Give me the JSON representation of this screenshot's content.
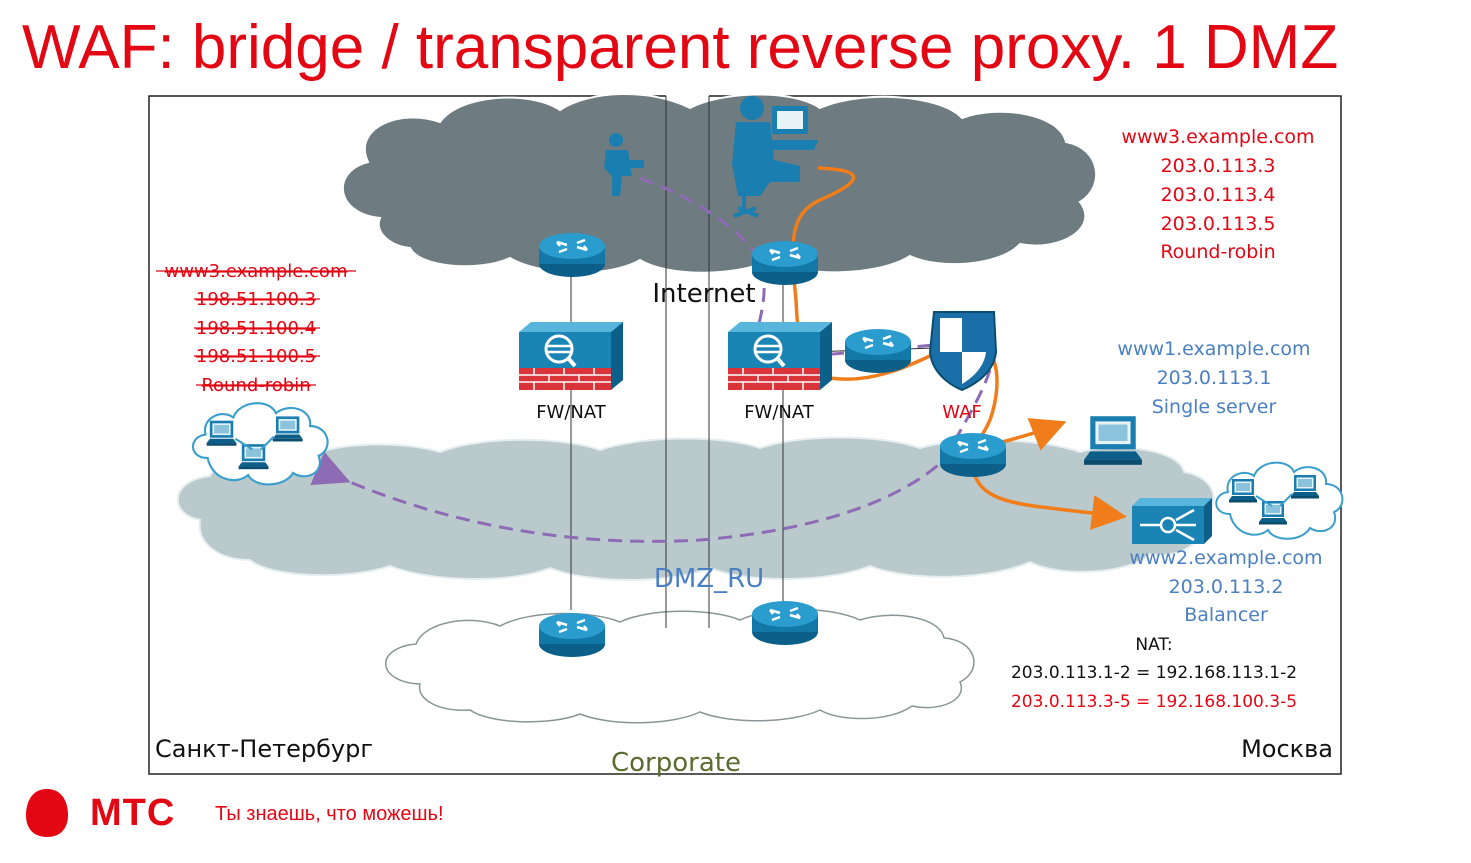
{
  "title": "WAF: bridge / transparent reverse proxy. 1 DMZ",
  "labels": {
    "internet": "Internet",
    "dmz": "DMZ_RU",
    "corporate": "Corporate",
    "spb": "Санкт-Петербург",
    "moscow": "Москва",
    "fw_left": "FW/NAT",
    "fw_right": "FW/NAT",
    "waf": "WAF"
  },
  "www3_new": [
    "www3.example.com",
    "203.0.113.3",
    "203.0.113.4",
    "203.0.113.5",
    "Round-robin"
  ],
  "www3_old": [
    "www3.example.com",
    "198.51.100.3",
    "198.51.100.4",
    "198.51.100.5",
    "Round-robin"
  ],
  "www1": [
    "www1.example.com",
    "203.0.113.1",
    "Single server"
  ],
  "www2": [
    "www2.example.com",
    "203.0.113.2",
    "Balancer"
  ],
  "nat": {
    "header": "NAT:",
    "line1": "203.0.113.1-2 = 192.168.113.1-2",
    "line2": "203.0.113.3-5 = 192.168.100.3-5"
  },
  "footer": {
    "brand": "МТС",
    "slogan": "Ты знаешь, что можешь!"
  },
  "colors": {
    "accent_red": "#e30613",
    "blue_text": "#4a7fc1",
    "orange_path": "#f07d1a",
    "purple_path": "#8e6bb5",
    "device_blue": "#1a7fb0",
    "internet_cloud": "#6e7b80",
    "dmz_cloud": "#b9c9cc",
    "corporate_green": "#5a6b2e"
  },
  "icons": [
    "router-icon",
    "firewall-icon",
    "waf-shield-icon",
    "workstation-icon",
    "user-icon",
    "load-balancer-icon",
    "server-group-icon"
  ]
}
